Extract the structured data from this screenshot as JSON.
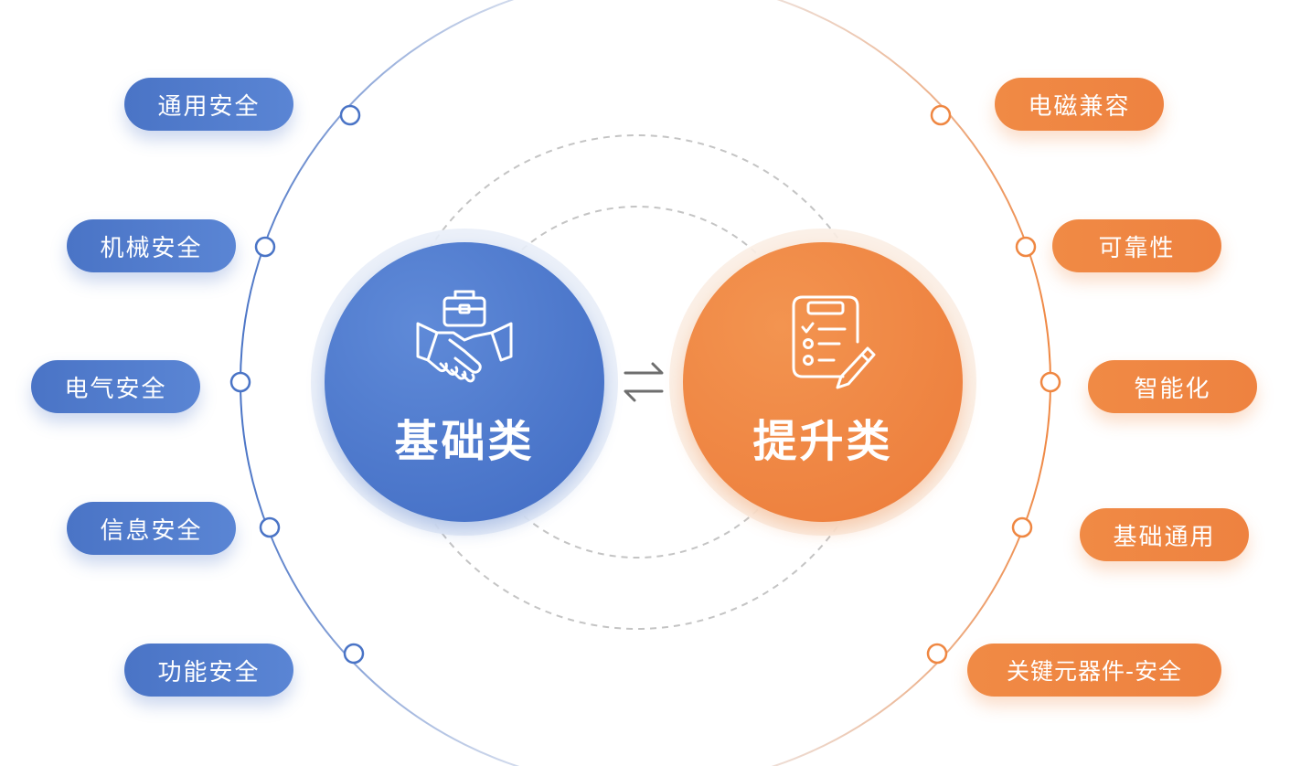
{
  "left_hub": {
    "label": "基础类",
    "color": "#4f7bd0",
    "icon": "handshake-briefcase-icon",
    "items": [
      "通用安全",
      "机械安全",
      "电气安全",
      "信息安全",
      "功能安全"
    ]
  },
  "right_hub": {
    "label": "提升类",
    "color": "#ef8742",
    "icon": "clipboard-checklist-pencil-icon",
    "items": [
      "电磁兼容",
      "可靠性",
      "智能化",
      "基础通用",
      "关键元器件-安全"
    ]
  },
  "connector_icon": "exchange-arrows-icon"
}
